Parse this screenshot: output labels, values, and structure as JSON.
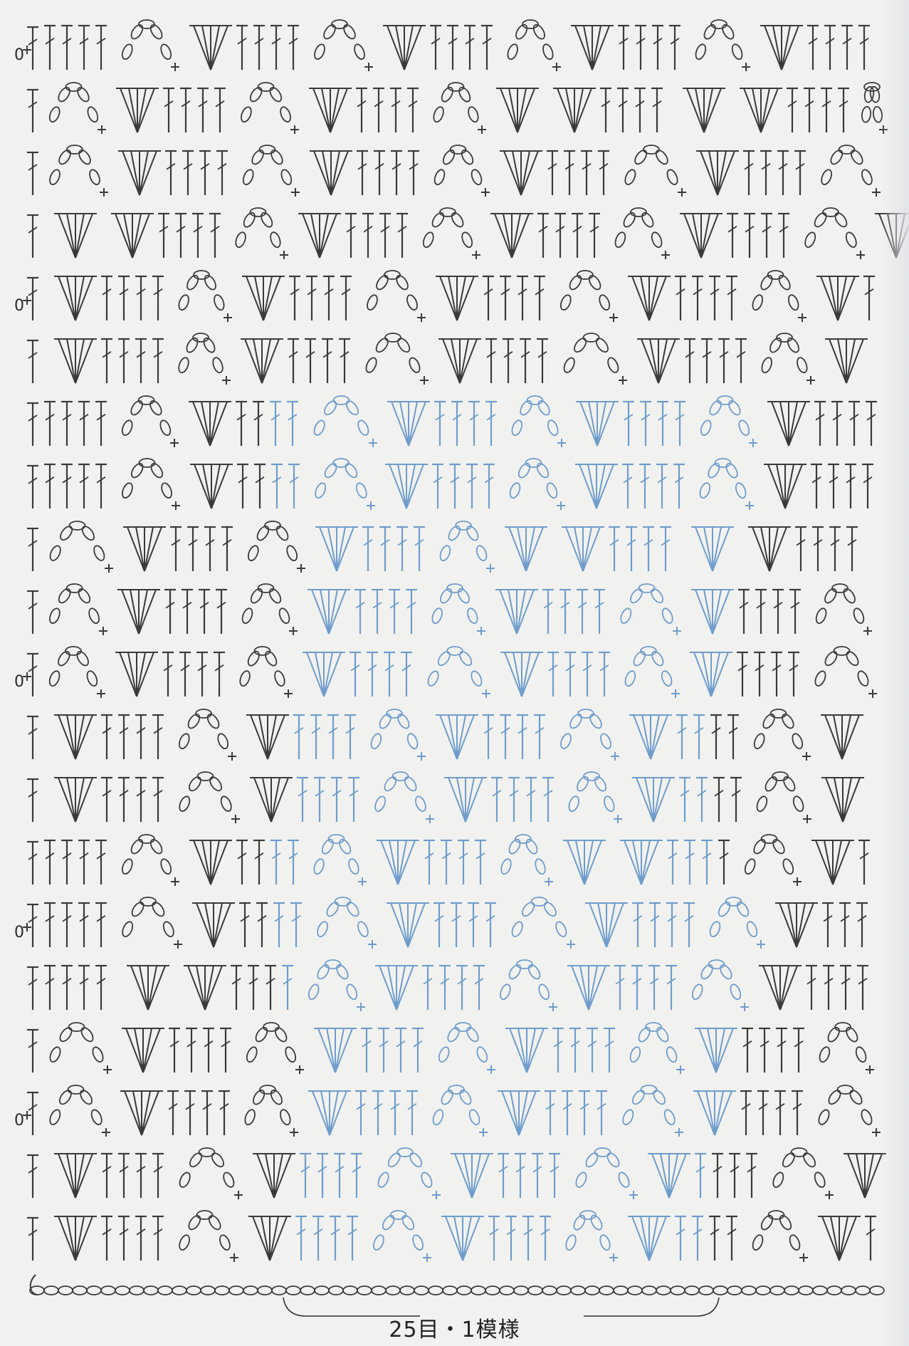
{
  "chart": {
    "title": "",
    "repeat_label": "25目・1模様",
    "row_start_markers": [
      "0",
      "0",
      "0",
      "0",
      "0"
    ],
    "colors": {
      "ink": "#3a3a3a",
      "highlight": "#6f9ccc",
      "background": "#f1f2ef"
    },
    "symbols": [
      "chain-stitch",
      "single-crochet",
      "double-crochet",
      "treble-crochet",
      "chain-loop"
    ]
  }
}
